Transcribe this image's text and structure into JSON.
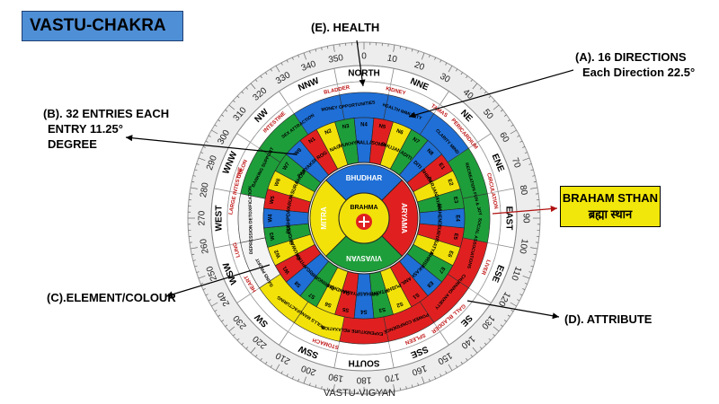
{
  "title": "VASTU-CHAKRA",
  "caption": "VASTU-VIGYAN",
  "annotations": {
    "health": "(E). HEALTH",
    "directions_line1": "(A). 16 DIRECTIONS",
    "directions_line2": "Each Direction 22.5°",
    "entries_line1": "(B). 32 ENTRIES EACH",
    "entries_line2": "ENTRY 11.25°",
    "entries_line3": "DEGREE",
    "element": "(C).ELEMENT/COLOUR",
    "attribute": "(D). ATTRIBUTE",
    "braham_line1": "BRAHAM STHAN",
    "braham_line2": "ब्रह्मा स्थान"
  },
  "degree_labels": [
    "0",
    "10",
    "20",
    "30",
    "40",
    "50",
    "60",
    "70",
    "80",
    "90",
    "100",
    "110",
    "120",
    "130",
    "140",
    "150",
    "160",
    "170",
    "180",
    "190",
    "200",
    "210",
    "220",
    "230",
    "240",
    "250",
    "260",
    "270",
    "280",
    "290",
    "300",
    "310",
    "320",
    "330",
    "340",
    "350"
  ],
  "directions": [
    "NORTH",
    "NNE",
    "NE",
    "ENE",
    "EAST",
    "ESE",
    "SE",
    "SSE",
    "SOUTH",
    "SSW",
    "SW",
    "WSW",
    "WEST",
    "WNW",
    "NW",
    "NNW"
  ],
  "health_labels": [
    {
      "text": "BLADDER",
      "deg": -12
    },
    {
      "text": "KIDNEY",
      "deg": 14
    },
    {
      "text": "TAMAS",
      "deg": 35
    },
    {
      "text": "PERICARDIUM",
      "deg": 50
    },
    {
      "text": "CIRCULATION",
      "deg": 78
    },
    {
      "text": "LIVER",
      "deg": 112
    },
    {
      "text": "GALL BLADDER",
      "deg": 140
    },
    {
      "text": "SPLEEN",
      "deg": 157
    },
    {
      "text": "STOMACH",
      "deg": 197
    },
    {
      "text": "HEART",
      "deg": 240
    },
    {
      "text": "LUNG",
      "deg": 256
    },
    {
      "text": "LARGE INTESTINE",
      "deg": 282
    },
    {
      "text": "COLON",
      "deg": 292
    },
    {
      "text": "INTESTINE",
      "deg": 317
    }
  ],
  "entries": [
    "N4",
    "N5",
    "N6",
    "N7",
    "N8",
    "E1",
    "E2",
    "E3",
    "E4",
    "E5",
    "E6",
    "E7",
    "E8",
    "S1",
    "S2",
    "S3",
    "S4",
    "S5",
    "S6",
    "S7",
    "S8",
    "W1",
    "W2",
    "W3",
    "W4",
    "W5",
    "W6",
    "W7",
    "W8",
    "N1",
    "N2",
    "N3"
  ],
  "deities": [
    "BHALLAT",
    "SOMA",
    "BHUJANG",
    "ADITI",
    "DITI",
    "SHIKHI",
    "PARJANYA",
    "JAYANT",
    "MAHENDER",
    "SURYA",
    "SATYA",
    "BHRISH",
    "AKASH",
    "ANIL",
    "PUSHA",
    "VITATHA",
    "GRIHASPATI",
    "YAMA",
    "GANDHARVA",
    "BHRINGRAJ",
    "MRIGA",
    "PITRA",
    "DAUWARIK",
    "SUGREEV",
    "PUSHPDANT",
    "VARUN",
    "ASURA",
    "SHOSH",
    "PAPYAKSHMA",
    "ROG",
    "NAG",
    "MUKHYA"
  ],
  "attributes": [
    "MONEY OPPORTUNITIES",
    "HEALTH IMMUNITY",
    "CLARITY MIND",
    "RECREATION FUN & JOY",
    "SOCIAL ASSOCIATIONS",
    "CHURNING ANXIETY",
    "POWER CONFIDENCE",
    "EXPENDITURE RELAXATION",
    "SKILLS MANUFACTURING",
    "GAINS PROFIT",
    "DEPRESSION DETOXIFICATION",
    "BANKING SUPPORT",
    "SEX ATTRACTION"
  ],
  "inner_gods": [
    "BHUDHAR",
    "ARYAMA",
    "VIVASVAN",
    "MITRA"
  ],
  "center_label": "BRAHMA",
  "colors": {
    "water": "#1f6fd6",
    "wood": "#1e9e3a",
    "fire": "#e02020",
    "earth": "#f2e20a",
    "metal": "#f4f4f4",
    "accent": "#f2e70a",
    "title_bg": "#4f8fd6"
  }
}
